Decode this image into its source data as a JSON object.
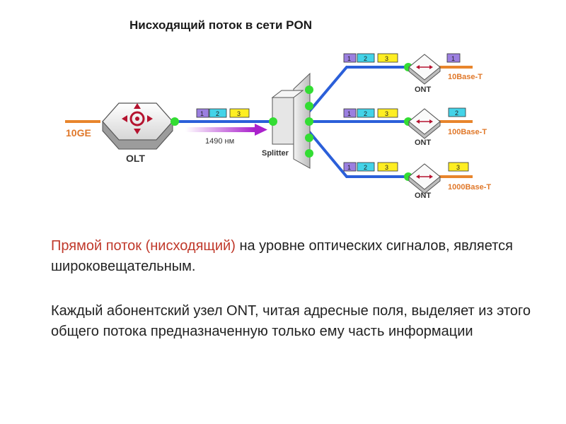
{
  "title": "Нисходящий поток в сети PON",
  "labels": {
    "input_port": "10GE",
    "olt": "OLT",
    "wavelength": "1490 нм",
    "splitter": "Splitter"
  },
  "packets": [
    "1",
    "2",
    "3"
  ],
  "onts": [
    {
      "label": "ONT",
      "port": "10Base-T",
      "selected": "1"
    },
    {
      "label": "ONT",
      "port": "100Base-T",
      "selected": "2"
    },
    {
      "label": "ONT",
      "port": "1000Base-T",
      "selected": "3"
    }
  ],
  "text": {
    "para1_highlight": "Прямой поток (нисходящий)",
    "para1_rest": " на уровне оптических сигналов, является широковещательным.",
    "para2": "Каждый абонентский узел ONT, читая адресные поля, выделяет из этого общего потока предназначенную только ему часть информации"
  },
  "colors": {
    "fiber": "#2b5fd9",
    "node": "#33dd33",
    "copper": "#e8852c",
    "packet_1": "#9b7fe0",
    "packet_2": "#43d3e8",
    "packet_3": "#ffee22",
    "arrow": "#aa22cc",
    "olt_symbol": "#b5132f"
  }
}
